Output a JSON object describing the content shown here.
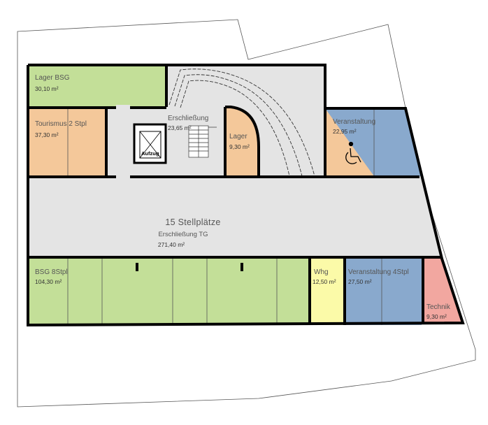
{
  "colors": {
    "green": "#c3df98",
    "orange": "#f4c89a",
    "blue": "#89a9cd",
    "yellow": "#fbfaa8",
    "red": "#f2a7a0",
    "grey": "#e4e4e4",
    "wall": "#000000"
  },
  "rooms": {
    "lager_bsg": {
      "name": "Lager BSG",
      "area": "30,10 m²"
    },
    "tourismus": {
      "name": "Tourismus 2 Stpl",
      "area": "37,30 m²"
    },
    "erschliessung": {
      "name": "Erschließung",
      "area": "23,65 m²"
    },
    "aufzug": {
      "name": "Aufzug"
    },
    "lager": {
      "name": "Lager",
      "area": "9,30 m²"
    },
    "veranstaltung": {
      "name": "Veranstaltung",
      "area": "22,95 m²"
    },
    "tg": {
      "title": "15 Stellplätze",
      "name": "Erschließung TG",
      "area": "271,40 m²"
    },
    "bsg": {
      "name": "BSG 8Stpl",
      "area": "104,30 m²"
    },
    "whg": {
      "name": "Whg",
      "area": "12,50 m²"
    },
    "veranstaltung4": {
      "name": "Veranstaltung 4Stpl",
      "area": "27,50 m²"
    },
    "technik": {
      "name": "Technik",
      "area": "9,30 m²"
    }
  },
  "icons": {
    "accessible": "wheelchair-icon"
  }
}
